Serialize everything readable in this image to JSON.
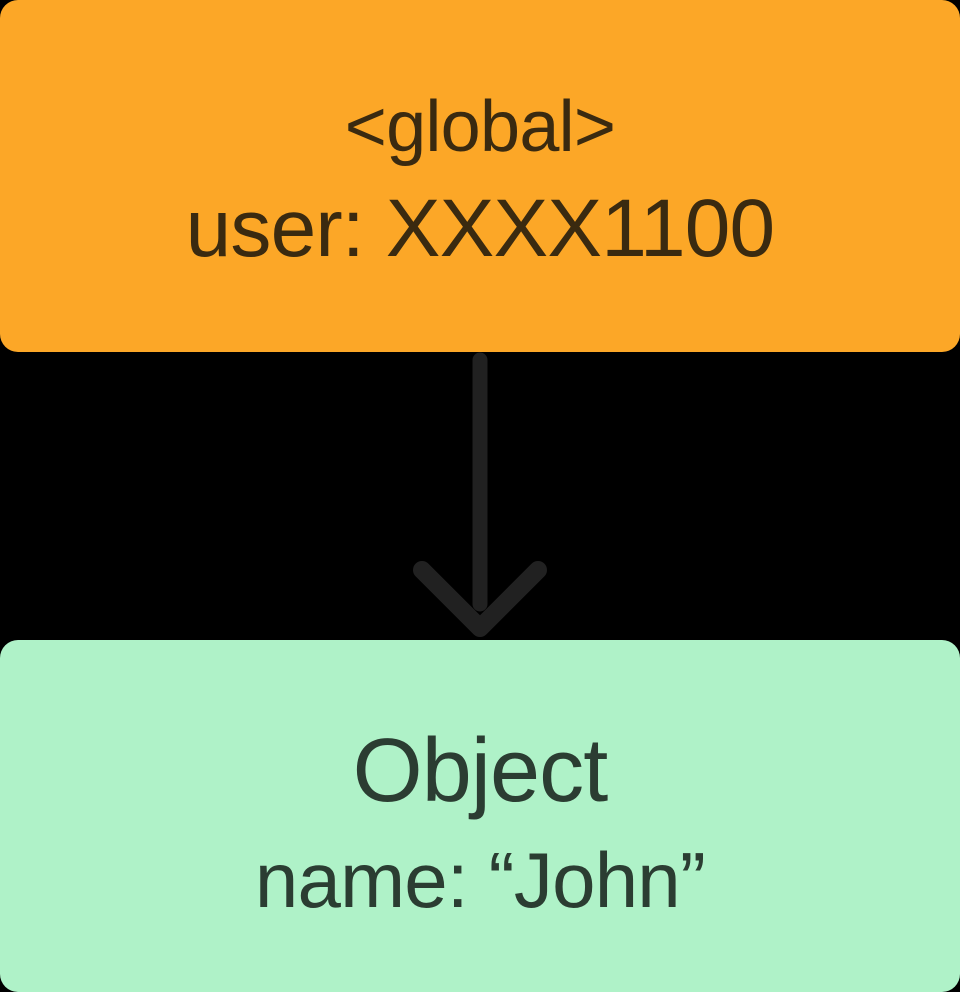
{
  "diagram": {
    "canvas_background": "#000000",
    "nodes": {
      "global": {
        "title": "<global>",
        "property": "user: XXXX1100",
        "fill": "#FCA727",
        "text_color": "#3A2A10"
      },
      "object": {
        "title": "Object",
        "property": "name: “John”",
        "fill": "#AFF2C8",
        "text_color": "#2B3D32"
      }
    },
    "edge": {
      "from": "global",
      "to": "object",
      "direction": "down",
      "color": "#212121"
    }
  }
}
